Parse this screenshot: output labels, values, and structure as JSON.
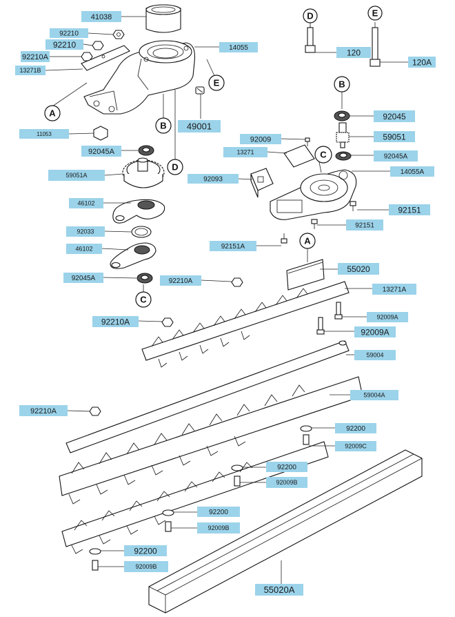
{
  "part_labels": [
    {
      "text": "41038"
    },
    {
      "text": "92210"
    },
    {
      "text": "92210"
    },
    {
      "text": "92210A"
    },
    {
      "text": "13271B"
    },
    {
      "text": "14055"
    },
    {
      "text": "11053"
    },
    {
      "text": "49001"
    },
    {
      "text": "92045A"
    },
    {
      "text": "59051A"
    },
    {
      "text": "46102"
    },
    {
      "text": "92033"
    },
    {
      "text": "46102"
    },
    {
      "text": "92045A"
    },
    {
      "text": "120"
    },
    {
      "text": "120A"
    },
    {
      "text": "92045"
    },
    {
      "text": "59051"
    },
    {
      "text": "92009"
    },
    {
      "text": "13271"
    },
    {
      "text": "92045A"
    },
    {
      "text": "14055A"
    },
    {
      "text": "92093"
    },
    {
      "text": "92151"
    },
    {
      "text": "92151"
    },
    {
      "text": "92151A"
    },
    {
      "text": "55020"
    },
    {
      "text": "92210A"
    },
    {
      "text": "13271A"
    },
    {
      "text": "92210A"
    },
    {
      "text": "92009A"
    },
    {
      "text": "92009A"
    },
    {
      "text": "59004"
    },
    {
      "text": "59004A"
    },
    {
      "text": "92210A"
    },
    {
      "text": "92200"
    },
    {
      "text": "92009C"
    },
    {
      "text": "92200"
    },
    {
      "text": "92009B"
    },
    {
      "text": "92200"
    },
    {
      "text": "92009B"
    },
    {
      "text": "92200"
    },
    {
      "text": "92009B"
    },
    {
      "text": "55020A"
    }
  ],
  "reference_markers": [
    {
      "letter": "D"
    },
    {
      "letter": "E"
    },
    {
      "letter": "E"
    },
    {
      "letter": "A"
    },
    {
      "letter": "B"
    },
    {
      "letter": "D"
    },
    {
      "letter": "B"
    },
    {
      "letter": "C"
    },
    {
      "letter": "A"
    },
    {
      "letter": "C"
    }
  ],
  "colors": {
    "label_fill": "#9bd3ea",
    "line": "#111111"
  }
}
